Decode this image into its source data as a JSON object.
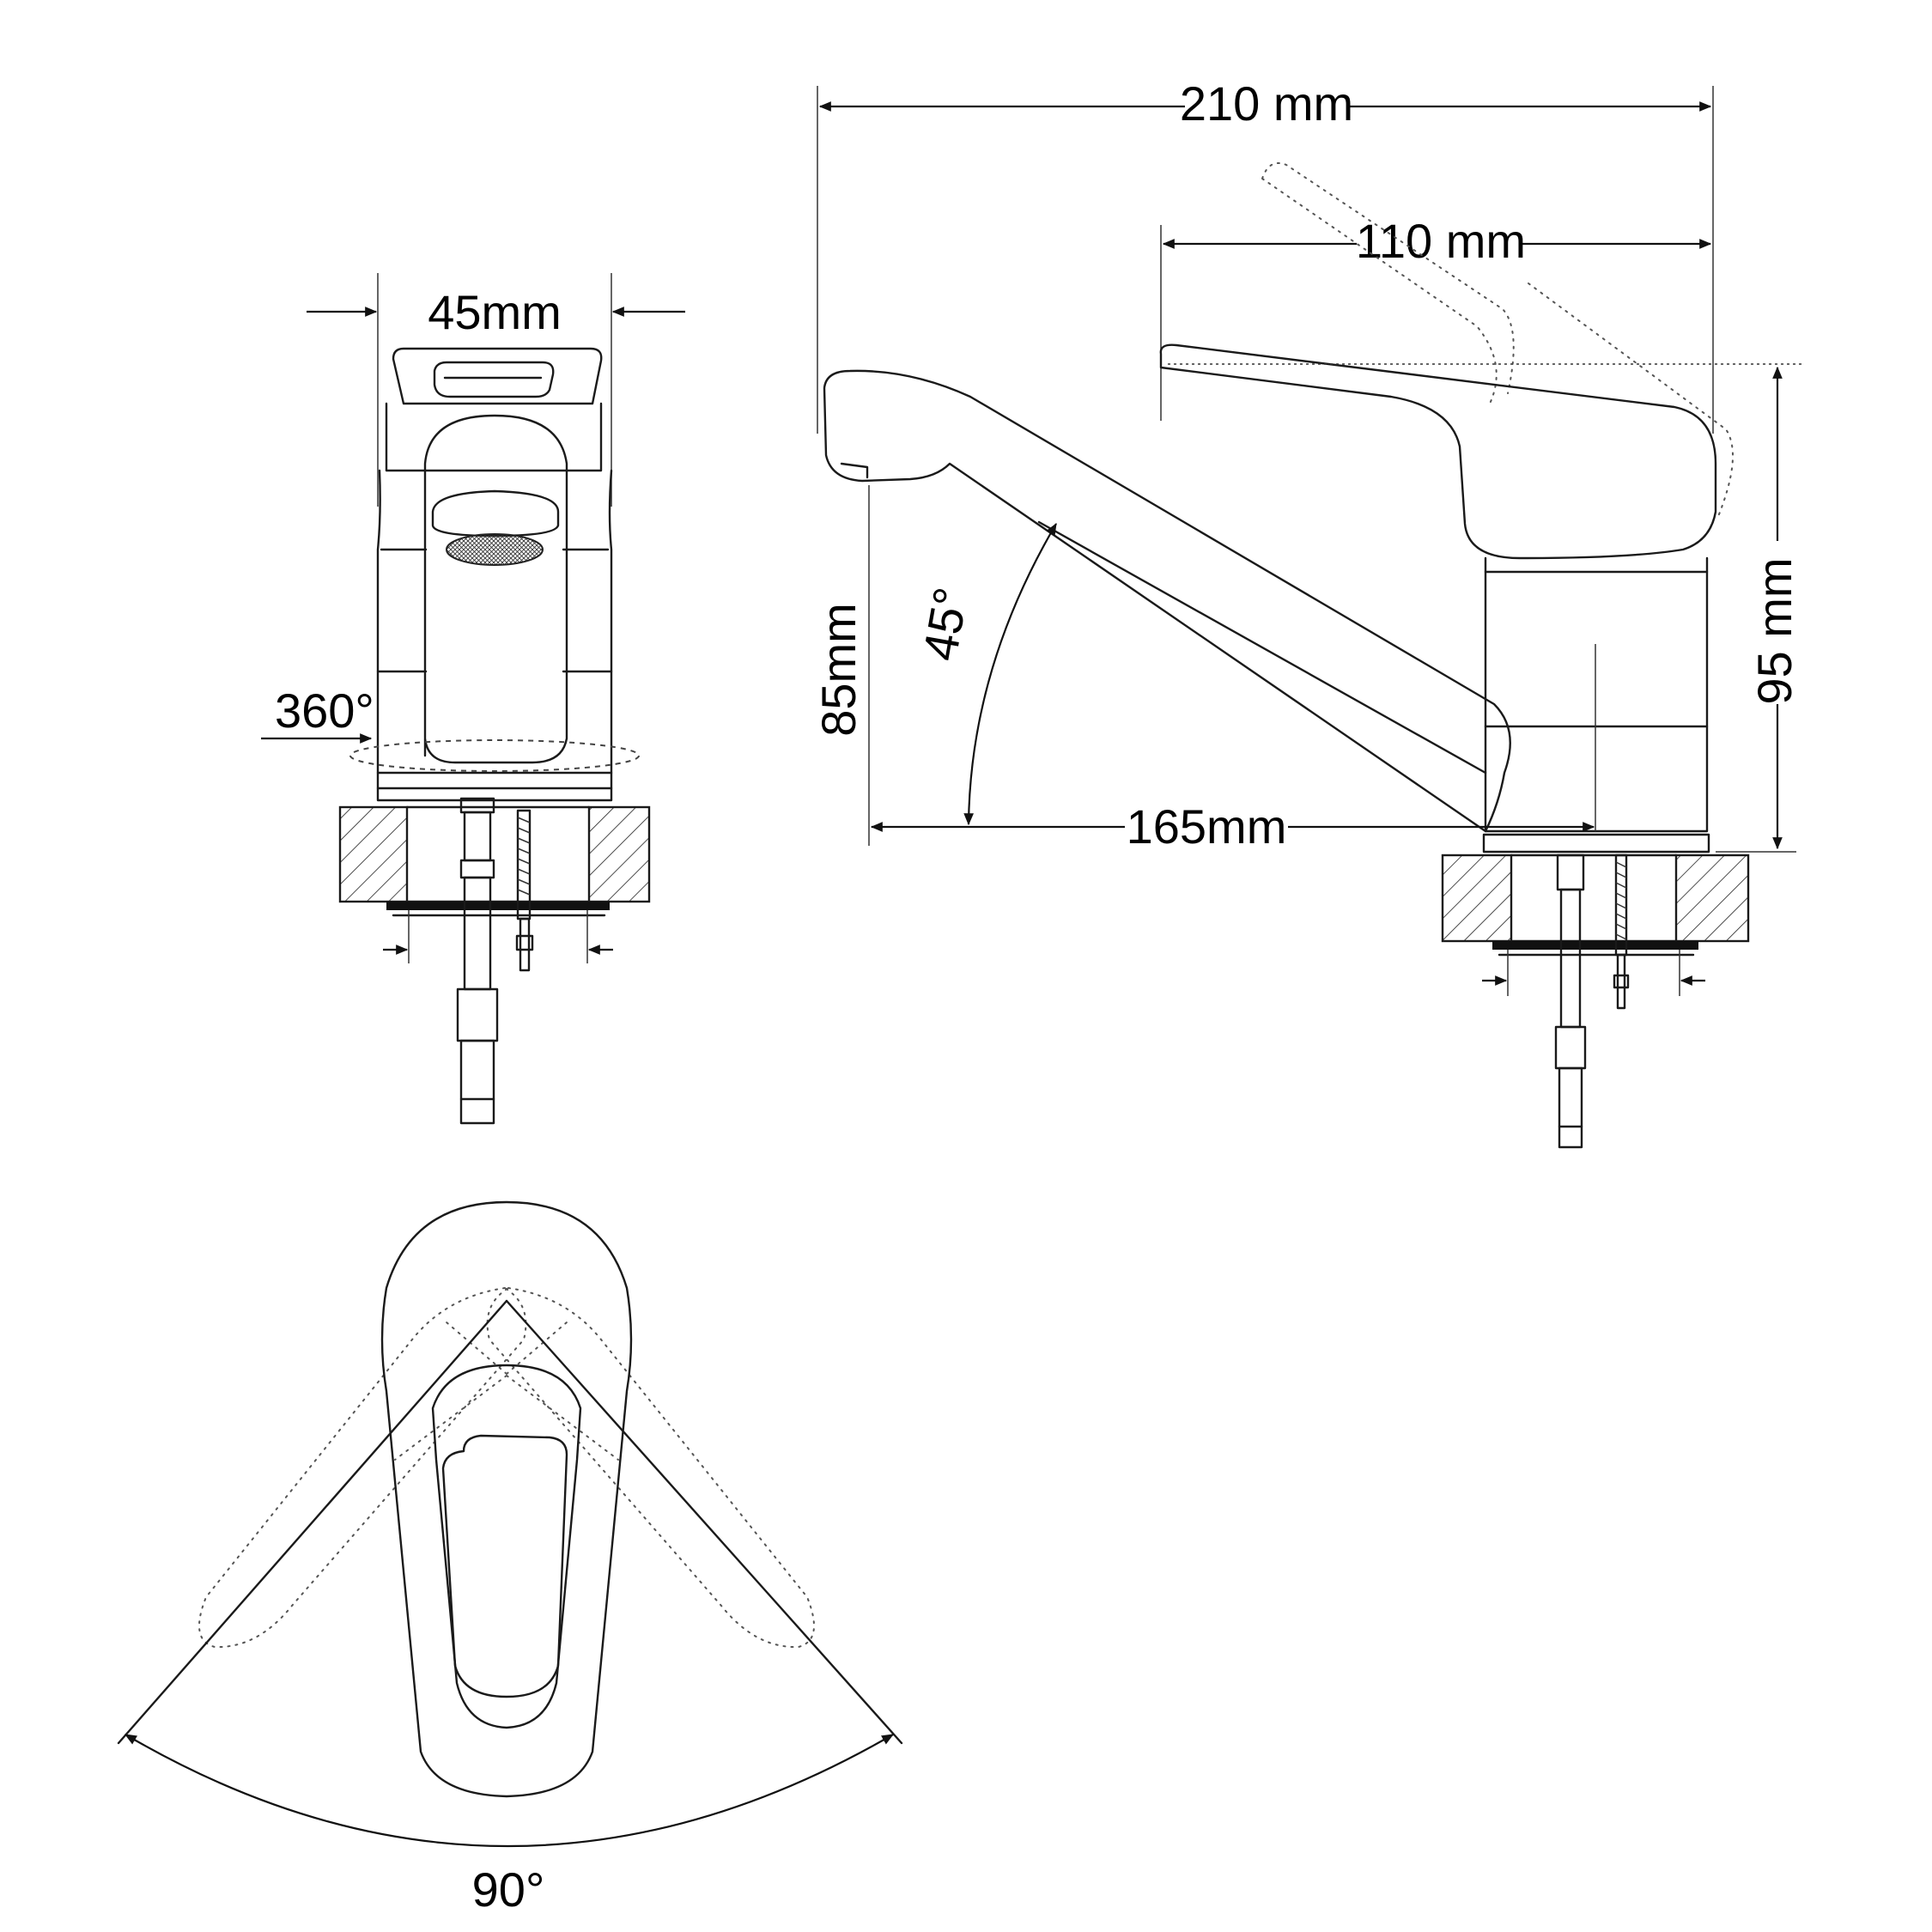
{
  "labels": {
    "width_front": "45mm",
    "rotation": "360°",
    "total_length": "210 mm",
    "lever_length": "110 mm",
    "spout_reach": "165mm",
    "spout_height": "85mm",
    "total_height": "95 mm",
    "spout_angle": "45°",
    "lever_swing": "90°"
  },
  "views": [
    "front",
    "side",
    "top"
  ]
}
